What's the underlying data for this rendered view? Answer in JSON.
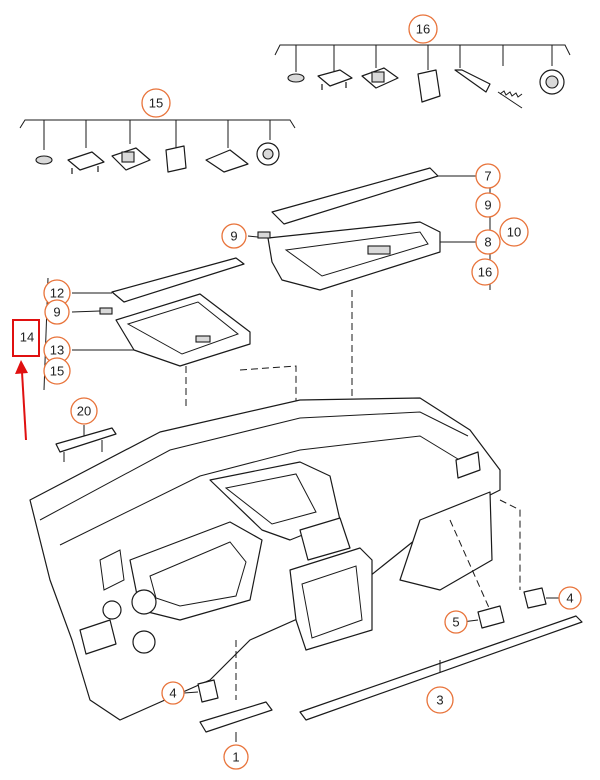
{
  "callouts": [
    {
      "id": "c16-top",
      "label": "16"
    },
    {
      "id": "c15-top",
      "label": "15"
    },
    {
      "id": "c7",
      "label": "7"
    },
    {
      "id": "c9-right",
      "label": "9"
    },
    {
      "id": "c10",
      "label": "10"
    },
    {
      "id": "c8",
      "label": "8"
    },
    {
      "id": "c16-right",
      "label": "16"
    },
    {
      "id": "c9-mid",
      "label": "9"
    },
    {
      "id": "c12",
      "label": "12"
    },
    {
      "id": "c9-left",
      "label": "9"
    },
    {
      "id": "c14",
      "label": "14"
    },
    {
      "id": "c13",
      "label": "13"
    },
    {
      "id": "c15-left",
      "label": "15"
    },
    {
      "id": "c20",
      "label": "20"
    },
    {
      "id": "c4-right",
      "label": "4"
    },
    {
      "id": "c5",
      "label": "5"
    },
    {
      "id": "c3",
      "label": "3"
    },
    {
      "id": "c4-left",
      "label": "4"
    },
    {
      "id": "c1",
      "label": "1"
    }
  ],
  "colors": {
    "callout_ring": "#e8733a",
    "highlight": "#e01010",
    "linework": "#1a1a1a"
  }
}
